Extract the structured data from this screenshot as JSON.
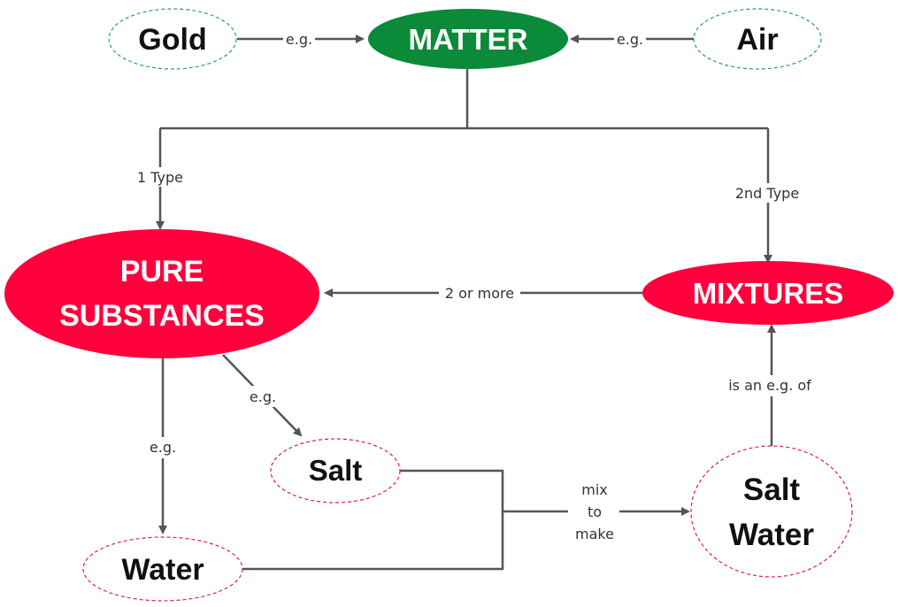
{
  "colors": {
    "matter_fill": "#0b8a3a",
    "category_fill": "#ff003c",
    "example_outline_green": "#2ea34f",
    "example_outline_red": "#e02040",
    "edge": "#555555",
    "text_dark": "#111111",
    "text_light": "#ffffff"
  },
  "nodes": {
    "gold": "Gold",
    "matter": "MATTER",
    "air": "Air",
    "pure_line1": "PURE",
    "pure_line2": "SUBSTANCES",
    "mixtures": "MIXTURES",
    "salt": "Salt",
    "water": "Water",
    "saltwater_line1": "Salt",
    "saltwater_line2": "Water"
  },
  "edge_labels": {
    "gold_to_matter": "e.g.",
    "air_to_matter": "e.g.",
    "type1": "1 Type",
    "type2": "2nd Type",
    "two_or_more": "2 or more",
    "pure_to_salt": "e.g.",
    "pure_to_water": "e.g.",
    "is_eg_of": "is an e.g. of",
    "mix_line1": "mix",
    "mix_line2": "to",
    "mix_line3": "make"
  }
}
